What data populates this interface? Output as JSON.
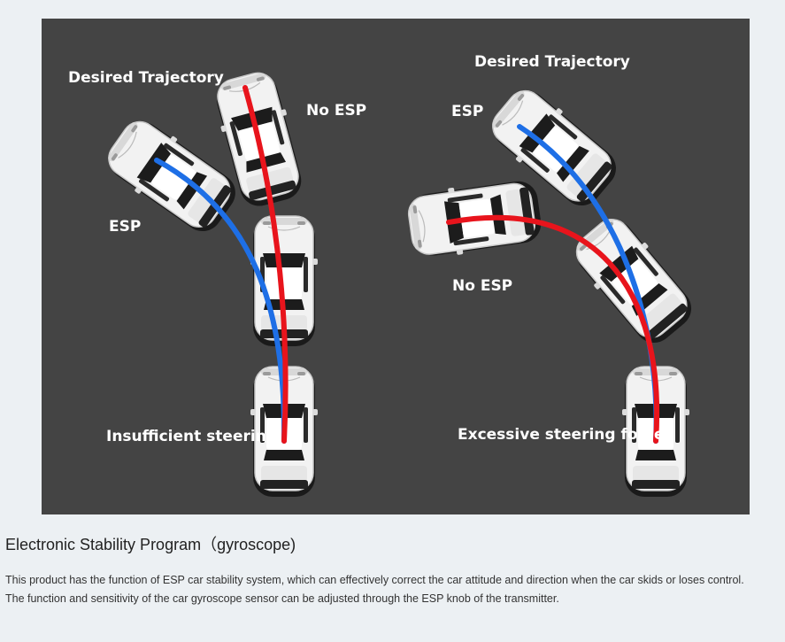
{
  "diagram": {
    "left_panel": {
      "desired_label": "Desired Trajectory",
      "no_esp_label": "No ESP",
      "esp_label": "ESP",
      "caption": "Insufficient steering"
    },
    "right_panel": {
      "desired_label": "Desired Trajectory",
      "esp_label": "ESP",
      "no_esp_label": "No ESP",
      "caption": "Excessive steering force"
    },
    "colors": {
      "background": "#444444",
      "esp_path": "#1e6fe6",
      "no_esp_path": "#e8141c",
      "car_body": "#f2f2f2"
    },
    "icons": [
      "car-icon"
    ]
  },
  "text": {
    "heading": "Electronic Stability Program（gyroscope)",
    "line1": "This product has the function of ESP car stability system, which can effectively correct the car attitude and direction when the car skids or loses control.",
    "line2": "The function and sensitivity of the car gyroscope sensor can be adjusted through the ESP knob of the transmitter."
  }
}
